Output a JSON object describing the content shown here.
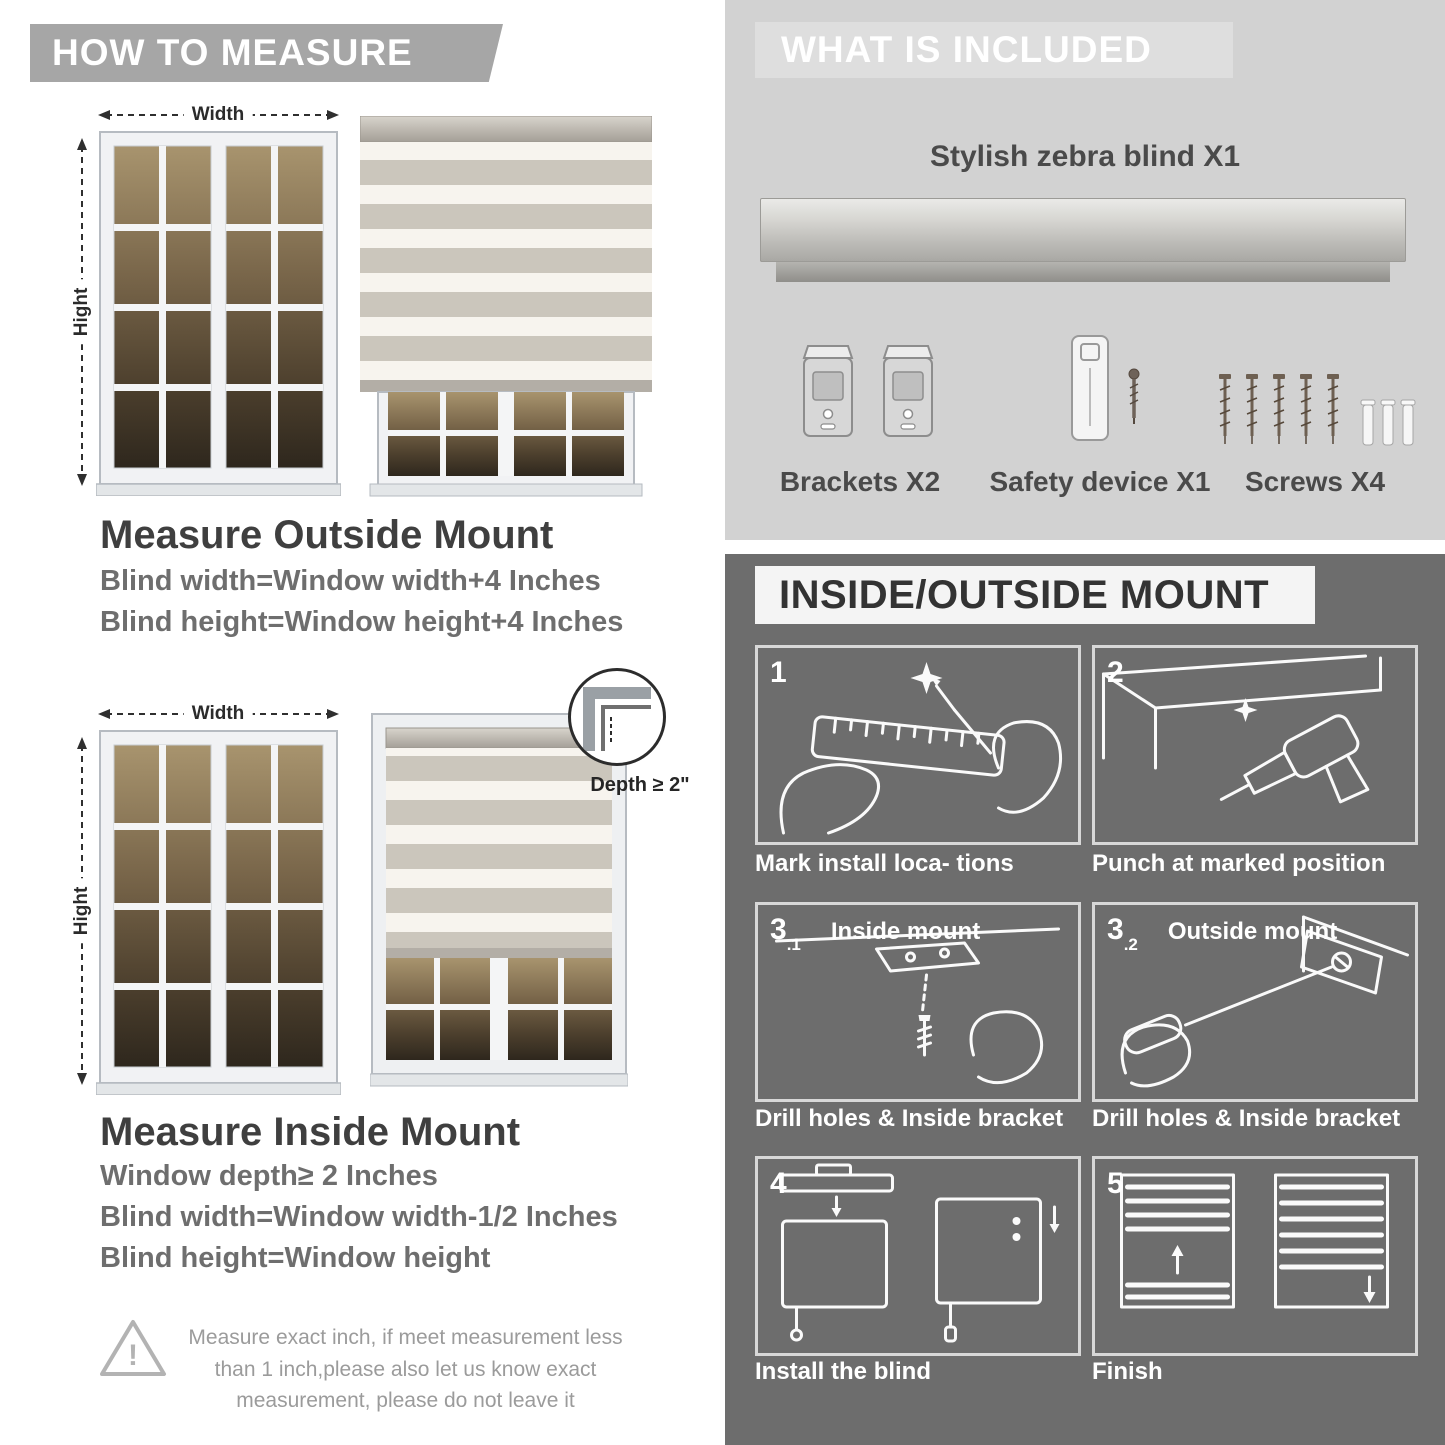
{
  "colors": {
    "left_banner_bg": "#a6a6a6",
    "included_section_bg": "#d2d2d2",
    "included_banner_bg": "#dedede",
    "mount_section_bg": "#6d6d6d",
    "mount_banner_bg": "#f4f4f4",
    "heading_text": "#3f3f3f",
    "body_text": "#6e6e6e",
    "blind_stripe": "#cbc6bc",
    "blind_sheer": "#f7f4ee"
  },
  "how_to_measure": {
    "banner": "HOW TO MEASURE",
    "outside_mount": {
      "width_label": "Width",
      "height_label": "Hight",
      "title": "Measure Outside Mount",
      "lines": [
        "Blind width=Window width+4 Inches",
        "Blind height=Window height+4 Inches"
      ]
    },
    "inside_mount": {
      "width_label": "Width",
      "height_label": "Hight",
      "depth_note": "Depth ≥ 2\"",
      "title": "Measure Inside Mount",
      "lines": [
        "Window depth≥ 2 Inches",
        "Blind width=Window width-1/2 Inches",
        "Blind height=Window height"
      ]
    },
    "warning_note": "Measure exact inch, if meet measurement less than 1 inch,please also let us know exact measurement, please do not leave it"
  },
  "what_is_included": {
    "banner": "WHAT IS INCLUDED",
    "product_label": "Stylish zebra blind X1",
    "items": [
      {
        "label": "Brackets X2"
      },
      {
        "label": "Safety device X1"
      },
      {
        "label": "Screws X4"
      }
    ]
  },
  "mount_guide": {
    "banner": "INSIDE/OUTSIDE MOUNT",
    "steps": [
      {
        "num": "1",
        "sub": "",
        "badge": "",
        "caption": "Mark install loca- tions"
      },
      {
        "num": "2",
        "sub": "",
        "badge": "",
        "caption": "Punch at  marked position"
      },
      {
        "num": "3",
        "sub": ".1",
        "badge": "Inside mount",
        "caption": "Drill holes &  Inside bracket"
      },
      {
        "num": "3",
        "sub": ".2",
        "badge": "Outside mount",
        "caption": "Drill holes &  Inside bracket"
      },
      {
        "num": "4",
        "sub": "",
        "badge": "",
        "caption": "Install the blind"
      },
      {
        "num": "5",
        "sub": "",
        "badge": "",
        "caption": "Finish"
      }
    ]
  }
}
